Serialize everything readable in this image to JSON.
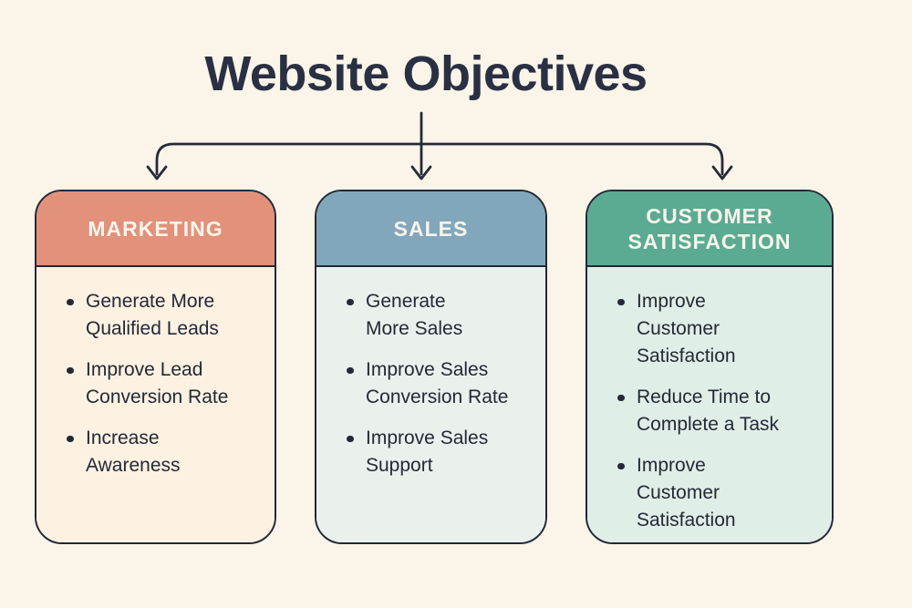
{
  "page": {
    "background": "#fbf4e8",
    "ink": "#242a3a"
  },
  "title": "Website Objectives",
  "cards": [
    {
      "title": "MARKETING",
      "header_color": "#e2917a",
      "body_color": "#fdf1e1",
      "items": [
        "Generate More\nQualified Leads",
        "Improve Lead\nConversion Rate",
        "Increase\nAwareness"
      ]
    },
    {
      "title": "SALES",
      "header_color": "#82a7ba",
      "body_color": "#eaf0ec",
      "items": [
        "Generate\nMore Sales",
        "Improve Sales\nConversion Rate",
        "Improve Sales\nSupport"
      ]
    },
    {
      "title": "CUSTOMER\nSATISFACTION",
      "header_color": "#5bab93",
      "body_color": "#dfeee6",
      "items": [
        "Improve\nCustomer\nSatisfaction",
        "Reduce Time to\nComplete a Task",
        "Improve\nCustomer\nSatisfaction"
      ]
    }
  ]
}
